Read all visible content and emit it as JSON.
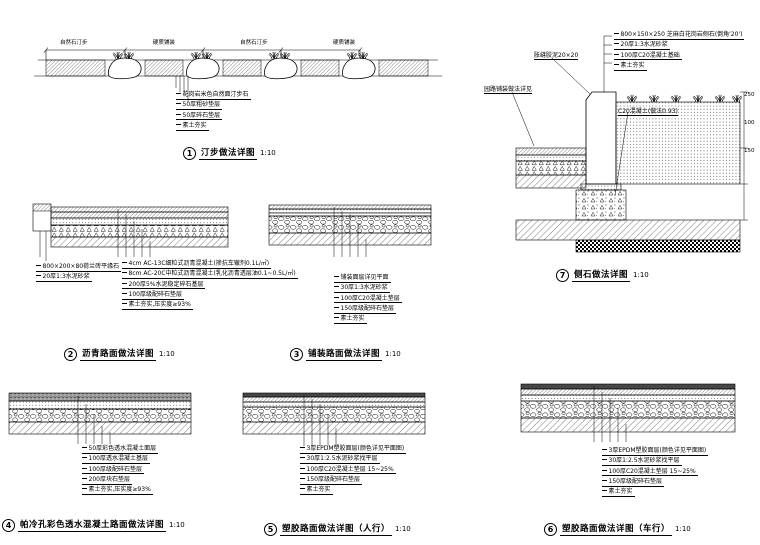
{
  "page": {
    "background": "#ffffff",
    "ink": "#000000"
  },
  "details": {
    "d1": {
      "num": "1",
      "title": "汀步做法详图",
      "scale": "1:10",
      "dim_labels": [
        "自然石汀步",
        "硬质铺装",
        "自然石汀步",
        "硬质铺装"
      ],
      "notes": [
        "花岗岩米色自然面汀步石",
        "50厚粗砂垫层",
        "50厚碎石垫层",
        "素土夯实"
      ]
    },
    "d2": {
      "num": "2",
      "title": "沥青路面做法详图",
      "scale": "1:10",
      "notes_left": [
        "800×200×80荷兰砖平缘石",
        "20厚1:3水泥砂浆"
      ],
      "notes": [
        "4cm AC-13C细粒式沥青混凝土(掺抗车辙剂0.1L/㎡)",
        "8cm AC-20C中粒式沥青混凝土(乳化沥青透层油0.1~0.5L/㎡)",
        "200厚5%水泥稳定碎石基层",
        "100厚级配碎石垫层",
        "素土夯实,压实度≥93%"
      ]
    },
    "d3": {
      "num": "3",
      "title": "铺装路面做法详图",
      "scale": "1:10",
      "notes": [
        "铺装面层详见平面",
        "30厚1:3水泥砂浆",
        "100厚C20混凝土垫层",
        "150厚级配碎石垫层",
        "素土夯实"
      ]
    },
    "d4": {
      "num": "4",
      "title": "帕冷孔彩色透水混凝土路面做法详图",
      "scale": "1:10",
      "notes": [
        "50厚彩色透水混凝土面层",
        "100厚透水混凝土基层",
        "100厚级配碎石垫层",
        "200厚块石垫层",
        "素土夯实,压实度≥93%"
      ]
    },
    "d5": {
      "num": "5",
      "title": "塑胶路面做法详图（人行）",
      "scale": "1:10",
      "notes": [
        "3厚EPDM塑胶面层(颜色详见平面图)",
        "30厚1:2.5水泥砂浆找平层",
        "100厚C20混凝土垫层 15~25%",
        "150厚级配碎石垫层",
        "素土夯实"
      ]
    },
    "d6": {
      "num": "6",
      "title": "塑胶路面做法详图（车行）",
      "scale": "1:10",
      "notes": [
        "3厚EPDM塑胶面层(颜色详见平面图)",
        "30厚1:2.5水泥砂浆找平层",
        "100厚C20混凝土垫层 15~25%",
        "150厚级配碎石垫层",
        "素土夯实"
      ]
    },
    "d7": {
      "num": "7",
      "title": "侧石做法详图",
      "scale": "1:10",
      "notes_right": [
        "800×150×250 芝麻白花岗岩侧石(倒角'20')",
        "20厚1:3水泥砂浆",
        "100厚C20混凝土基础",
        "素土夯实"
      ],
      "note_mid": "C20混凝土(做法0.93)",
      "notes_left": [
        "胀缝胶泥20×20",
        "园路铺装做法详见"
      ],
      "dims": [
        "250",
        "100",
        "150"
      ]
    }
  }
}
